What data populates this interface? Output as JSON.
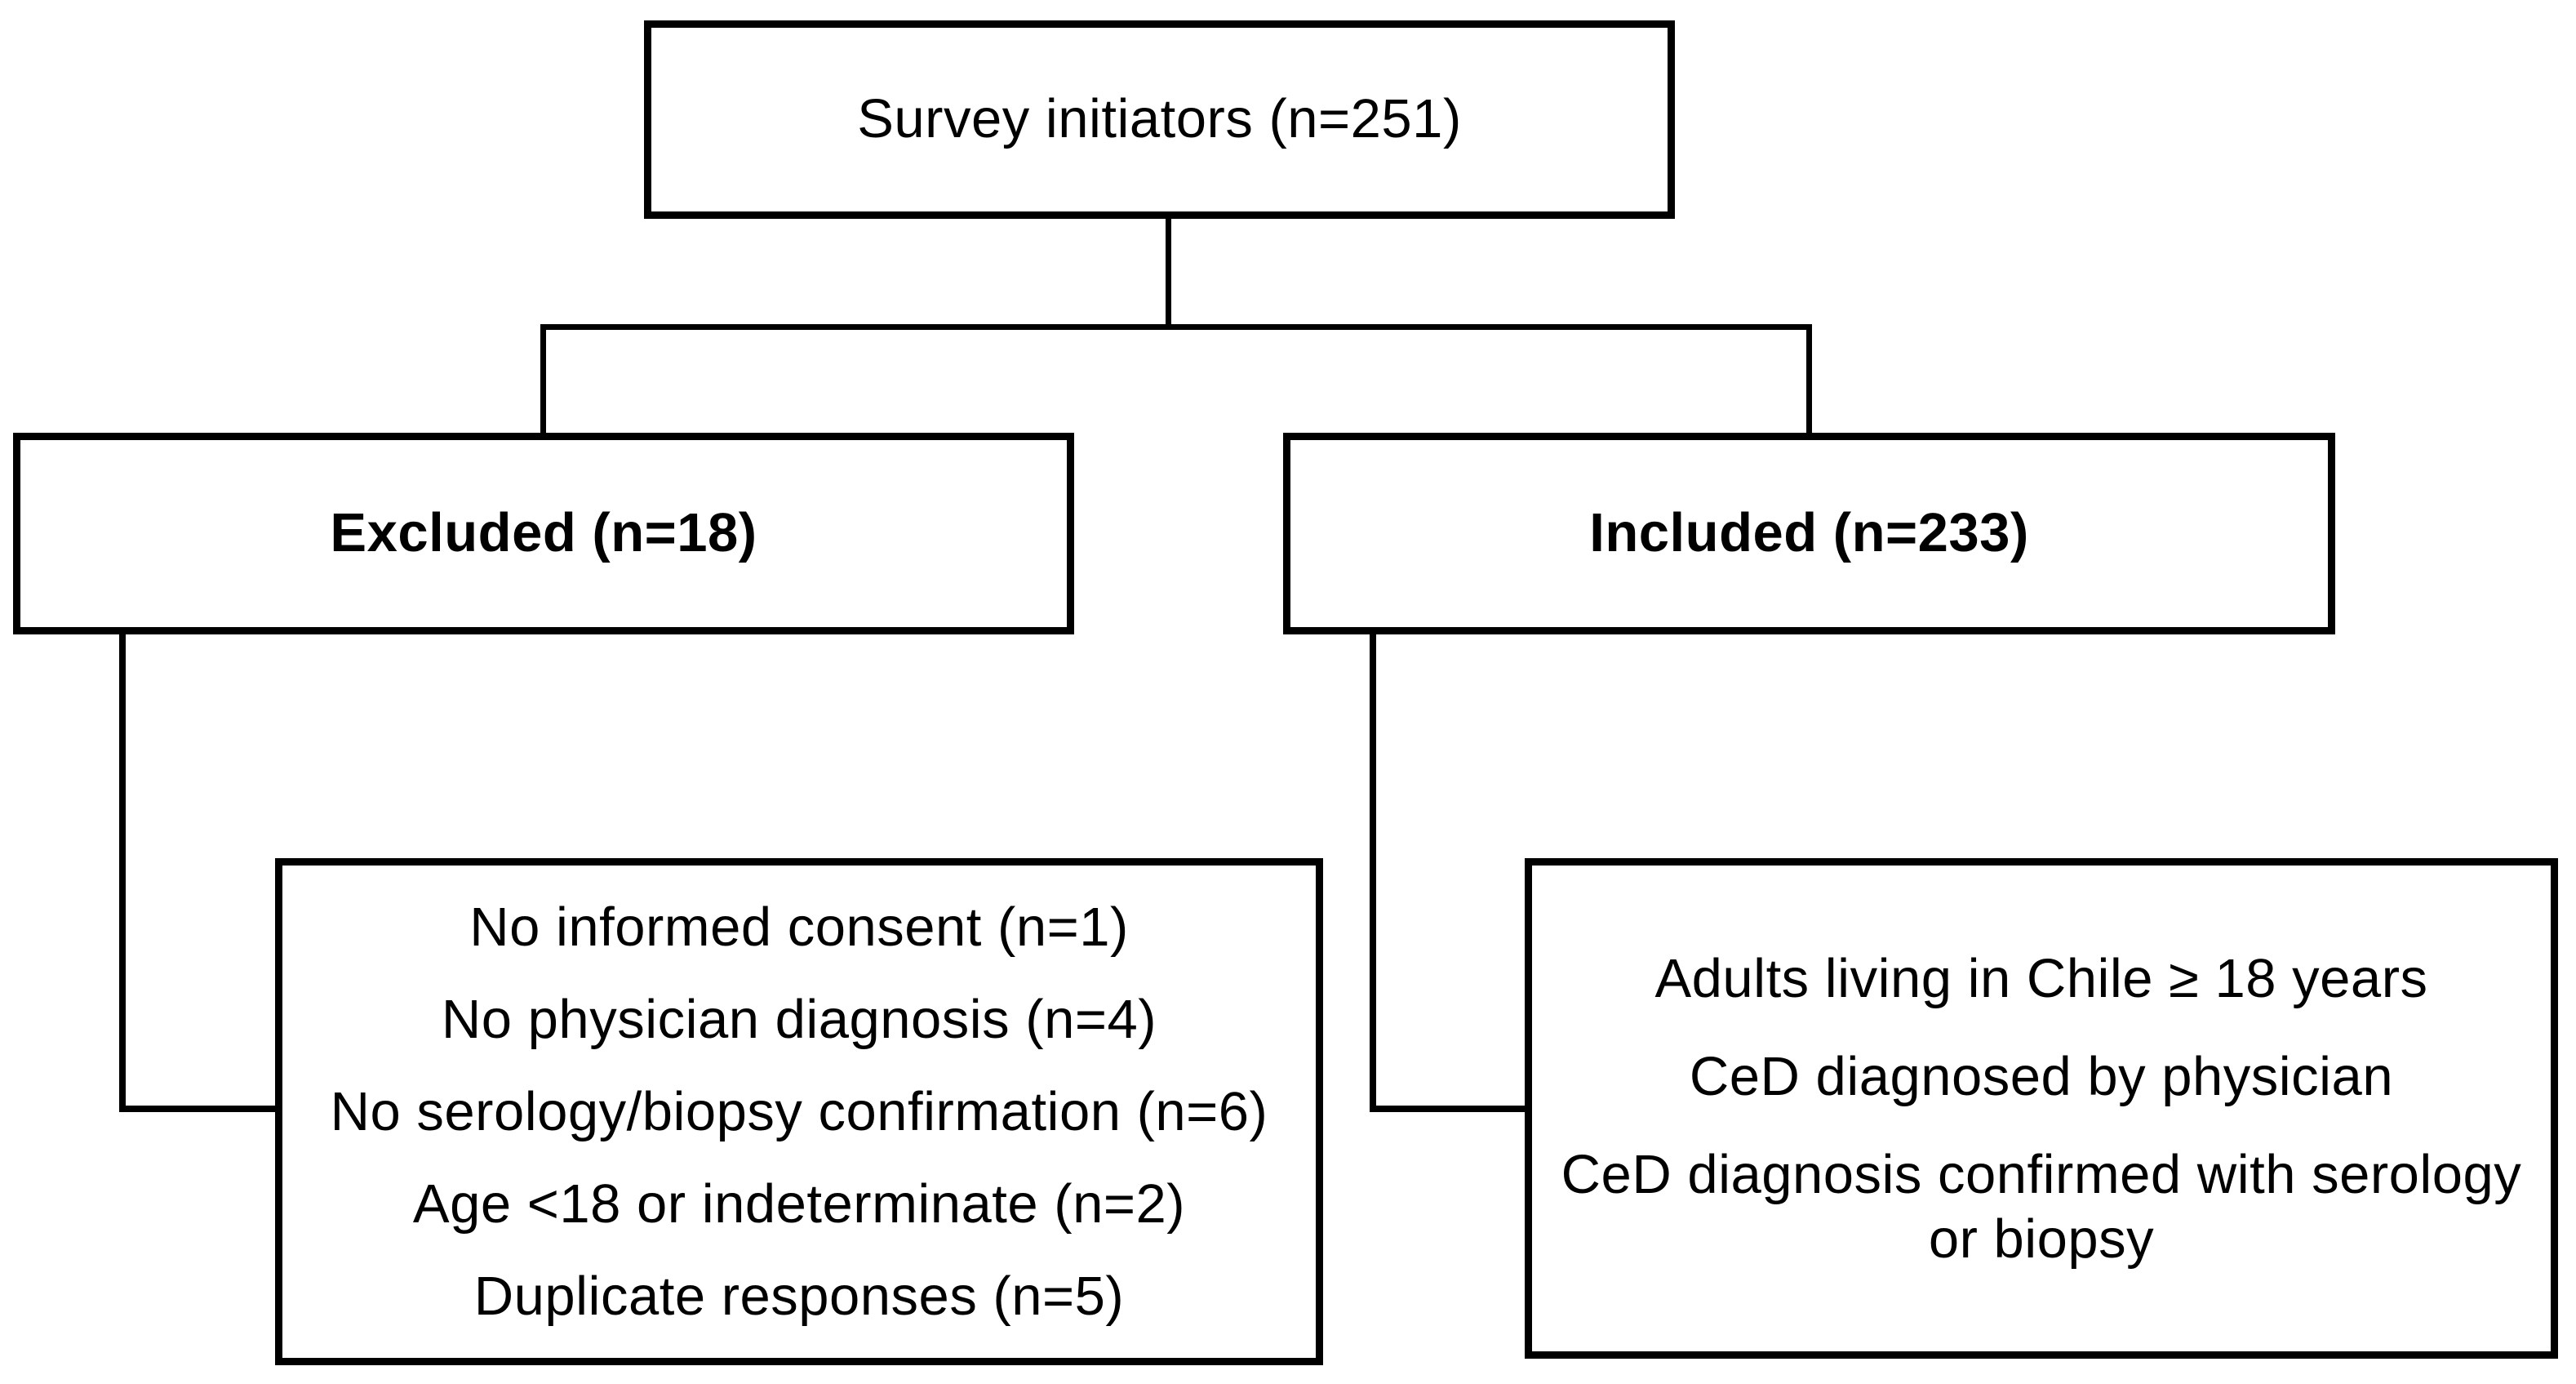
{
  "diagram": {
    "title_box": {
      "label": "Survey initiators (n=251)"
    },
    "excluded_box": {
      "label": "Excluded (n=18)"
    },
    "included_box": {
      "label": "Included (n=233)"
    },
    "excluded_reasons": {
      "items": [
        "No informed consent (n=1)",
        "No physician diagnosis (n=4)",
        "No serology/biopsy confirmation (n=6)",
        "Age <18 or indeterminate (n=2)",
        "Duplicate responses (n=5)"
      ]
    },
    "inclusion_criteria": {
      "items": [
        "Adults living in Chile ≥ 18 years",
        "CeD diagnosed by physician",
        "CeD diagnosis confirmed with serology or biopsy"
      ]
    },
    "colors": {
      "line": "#000000",
      "background": "#ffffff",
      "text": "#000000"
    }
  }
}
